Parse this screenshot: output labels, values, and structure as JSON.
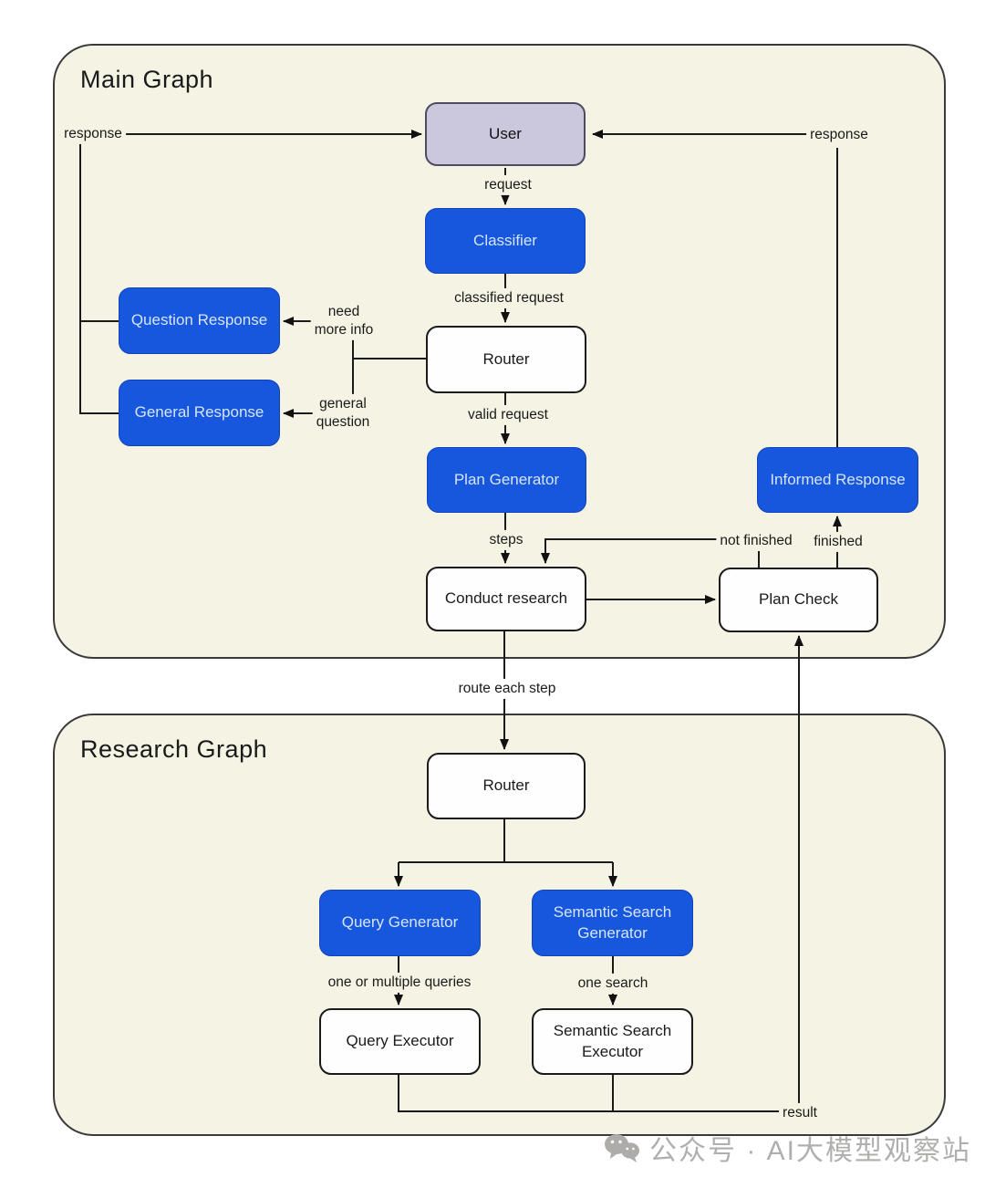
{
  "main_graph": {
    "title": "Main Graph",
    "nodes": {
      "user": "User",
      "classifier": "Classifier",
      "question_response": "Question Response",
      "general_response": "General Response",
      "router": "Router",
      "plan_generator": "Plan Generator",
      "informed_response": "Informed Response",
      "conduct_research": "Conduct research",
      "plan_check": "Plan Check"
    },
    "labels": {
      "response_left": "response",
      "response_right": "response",
      "request": "request",
      "classified_request": "classified request",
      "need_more_info": "need\nmore info",
      "general_question": "general\nquestion",
      "valid_request": "valid request",
      "steps": "steps",
      "not_finished": "not finished",
      "finished": "finished"
    }
  },
  "research_graph": {
    "title": "Research Graph",
    "nodes": {
      "router": "Router",
      "query_generator": "Query Generator",
      "semantic_search_generator": "Semantic Search\nGenerator",
      "query_executor": "Query Executor",
      "semantic_search_executor": "Semantic Search\nExecutor"
    },
    "labels": {
      "one_or_multiple_queries": "one or multiple queries",
      "one_search": "one search",
      "result": "result"
    }
  },
  "connector_labels": {
    "route_each_step": "route each step"
  },
  "watermark": {
    "text": "公众号 · AI大模型观察站",
    "icon": "wechat-icon"
  },
  "colors": {
    "node_blue": "#1757dd",
    "node_blue_text": "#d6e5fa",
    "node_white": "#fefefe",
    "node_lavender": "#cbc7dd",
    "container_bg": "#f5f3e3",
    "line": "#1a1a1a",
    "watermark_gray": "#b0afad"
  }
}
